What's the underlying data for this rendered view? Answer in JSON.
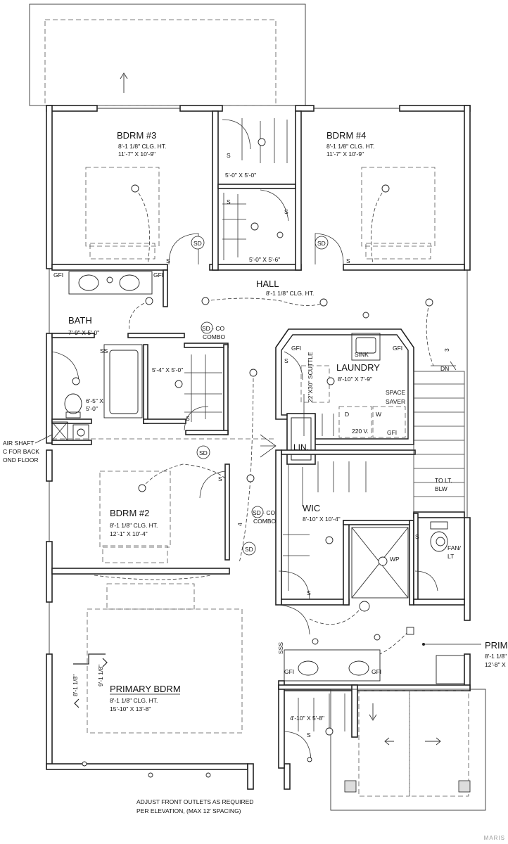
{
  "rooms": {
    "bdrm3": {
      "name": "BDRM #3",
      "clg": "8'-1 1/8\" CLG. HT.",
      "dim": "11'-7\" X 10'-9\""
    },
    "bdrm4": {
      "name": "BDRM #4",
      "clg": "8'-1 1/8\" CLG. HT.",
      "dim": "11'-7\" X 10'-9\""
    },
    "hall": {
      "name": "HALL",
      "clg": "8'-1 1/8\" CLG. HT."
    },
    "bath": {
      "name": "BATH",
      "dim": "7'-9\" X 5'-0\""
    },
    "laundry": {
      "name": "LAUNDRY",
      "dim": "8'-10\" X 7'-9\""
    },
    "bdrm2": {
      "name": "BDRM #2",
      "clg": "8'-1 1/8\" CLG. HT.",
      "dim": "12'-1\" X 10'-4\""
    },
    "wic": {
      "name": "WIC",
      "dim": "8'-10\" X 10'-4\""
    },
    "primary_bdrm": {
      "name": "PRIMARY BDRM",
      "clg": "8'-1 1/8\" CLG. HT.",
      "dim": "15'-10\" X 13'-8\""
    },
    "prim": {
      "name": "PRIM",
      "clg": "8'-1 1/8\"",
      "dim": "12'-8\" X"
    }
  },
  "closets": {
    "c1": "5'-0\" X 5'-0\"",
    "c2": "5'-0\" X 5'-6\"",
    "c3": "5'-4\" X 5'-0\"",
    "c4": "6'-5\" X",
    "c4b": "5'-0\"",
    "c5": "4'-10\" X 5'-8\""
  },
  "labels": {
    "gfi": "GFI",
    "sd": "SD",
    "sdco": "SD - CO",
    "combo": "COMBO",
    "lin": "LIN.",
    "sink": "SINK",
    "scuttle": "22\"X30\" SCUTTLE",
    "space_saver_1": "SPACE",
    "space_saver_2": "SAVER",
    "washer": "W",
    "dryer": "D",
    "v220": "220 V.",
    "dn": "DN",
    "to_lt_1": "TO LT.",
    "to_lt_2": "BLW",
    "fan_lt_1": "FAN/",
    "fan_lt_2": "LT",
    "wp": "WP",
    "s": "S",
    "ss": "SS",
    "sss": "SSS",
    "three_way": "3",
    "four": "4",
    "clg_811": "8'-1 1/8\"",
    "clg_911": "9'-1 1/8\"",
    "air_shaft_1": "AIR SHAFT",
    "air_shaft_2": "C FOR BACK",
    "air_shaft_3": "OND FLOOR"
  },
  "notes": {
    "line1": "ADJUST FRONT OUTLETS AS REQUIRED",
    "line2": "PER ELEVATION, (MAX 12' SPACING)"
  },
  "watermark": "MARIS"
}
